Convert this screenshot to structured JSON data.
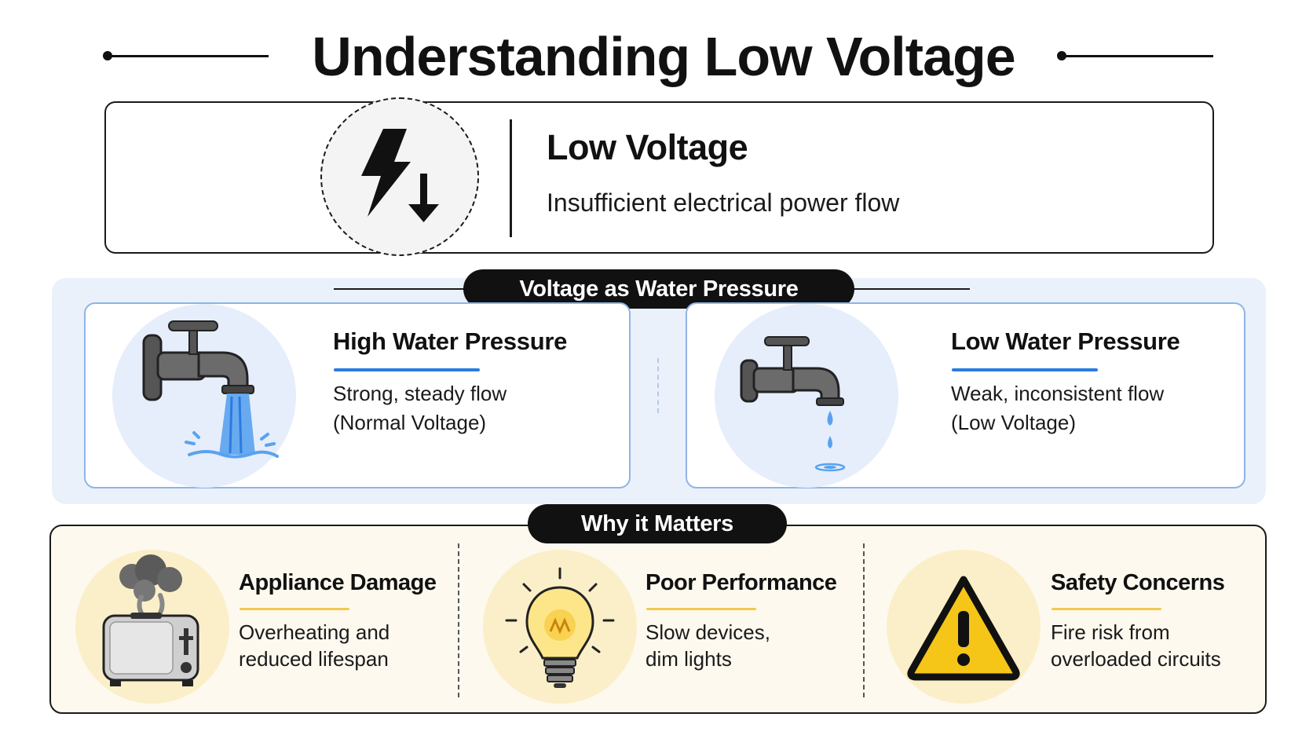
{
  "title": "Understanding Low Voltage",
  "definition": {
    "term": "Low Voltage",
    "description": "Insufficient electrical power flow",
    "icon": "lightning-down-arrow-icon"
  },
  "analogy": {
    "heading": "Voltage as Water Pressure",
    "cards": [
      {
        "title": "High Water Pressure",
        "line1": "Strong, steady flow",
        "line2": "(Normal Voltage)",
        "icon": "faucet-strong-flow-icon"
      },
      {
        "title": "Low Water Pressure",
        "line1": "Weak, inconsistent flow",
        "line2": "(Low Voltage)",
        "icon": "faucet-dripping-icon"
      }
    ]
  },
  "matters": {
    "heading": "Why it Matters",
    "items": [
      {
        "title": "Appliance Damage",
        "desc": "Overheating and\nreduced lifespan",
        "icon": "smoking-toaster-icon"
      },
      {
        "title": "Poor Performance",
        "desc": "Slow devices,\ndim lights",
        "icon": "dim-lightbulb-icon"
      },
      {
        "title": "Safety Concerns",
        "desc": "Fire risk from\noverloaded circuits",
        "icon": "warning-triangle-icon"
      }
    ]
  },
  "colors": {
    "accent_blue": "#2b7be0",
    "water_blue": "#5aa2ee",
    "accent_yellow": "#f2c94c",
    "analogy_bg": "#eaf1fb",
    "matters_bg": "#fdf9ef"
  }
}
